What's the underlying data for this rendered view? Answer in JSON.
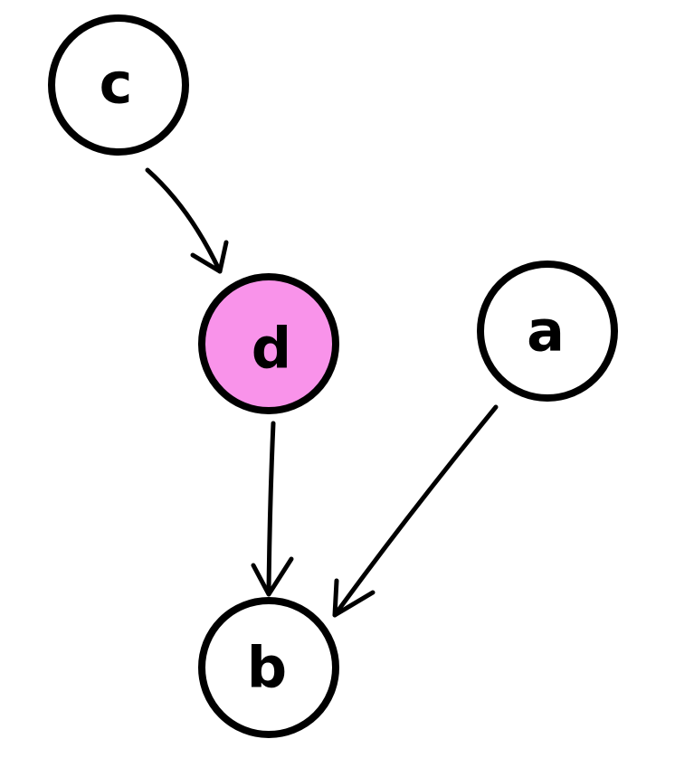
{
  "nodes": [
    {
      "id": "c",
      "label": "c",
      "fill": "#ffffff"
    },
    {
      "id": "d",
      "label": "d",
      "fill": "#f993ea"
    },
    {
      "id": "a",
      "label": "a",
      "fill": "#ffffff"
    },
    {
      "id": "b",
      "label": "b",
      "fill": "#ffffff"
    }
  ],
  "edges": [
    {
      "from": "c",
      "to": "d"
    },
    {
      "from": "d",
      "to": "b"
    },
    {
      "from": "a",
      "to": "b"
    }
  ]
}
